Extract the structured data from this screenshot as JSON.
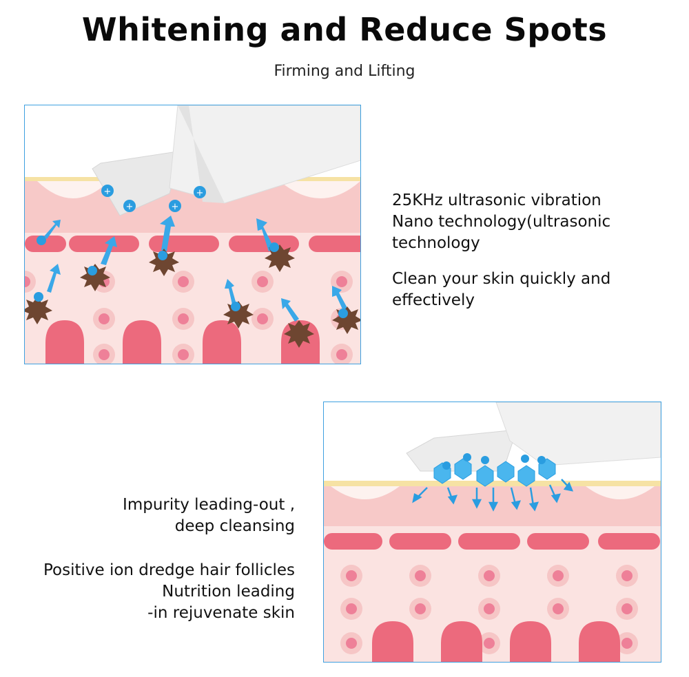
{
  "header": {
    "title": "Whitening and Reduce Spots",
    "subtitle": "Firming and Lifting"
  },
  "section1": {
    "features": [
      {
        "lines": [
          "25KHz ultrasonic vibration",
          "Nano technology(ultrasonic",
          "technology"
        ]
      },
      {
        "lines": [
          "Clean your skin quickly and",
          "effectively"
        ]
      }
    ]
  },
  "section2": {
    "features": [
      {
        "lines": [
          "Impurity leading-out ,",
          "deep cleansing"
        ]
      },
      {
        "lines": [
          "Positive ion dredge hair follicles",
          "Nutrition leading",
          "-in rejuvenate skin"
        ]
      }
    ]
  },
  "colors": {
    "panel_border": "#3ea0e0",
    "skin_light": "#fbe3e1",
    "skin_pink": "#f7c9c8",
    "bar_red": "#ec6a7d",
    "follicle": "#ee8098",
    "ion_blue": "#2a9de0",
    "impurity": "#6e4631",
    "device": "#eeeeee",
    "surface": "#f6e2a4"
  },
  "icons": {
    "device": "ultrasonic-scrubber-icon",
    "ion": "positive-ion-icon",
    "impurity": "impurity-spot-icon"
  }
}
